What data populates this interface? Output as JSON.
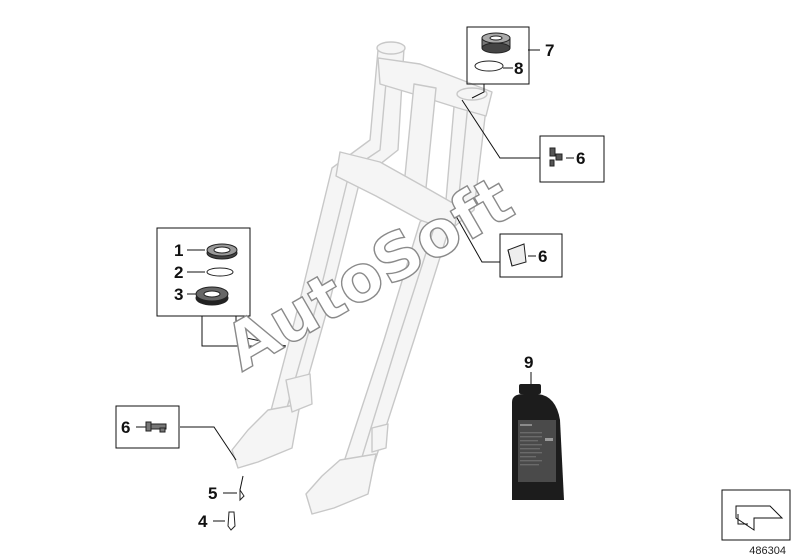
{
  "diagram": {
    "callouts": {
      "c1": "1",
      "c2": "2",
      "c3": "3",
      "c4": "4",
      "c5": "5",
      "c6a": "6",
      "c6b": "6",
      "c6c": "6",
      "c7": "7",
      "c8": "8",
      "c9": "9"
    },
    "reference_number": "486304",
    "watermark": "AutoSoft"
  },
  "colors": {
    "line": "#111111",
    "fork_outline": "#c8c8c8",
    "fork_fill": "#f4f4f4",
    "bottle": "#1c1c1c",
    "bottle_label": "#4a4a4a",
    "watermark_stroke": "#8a8a8a"
  }
}
